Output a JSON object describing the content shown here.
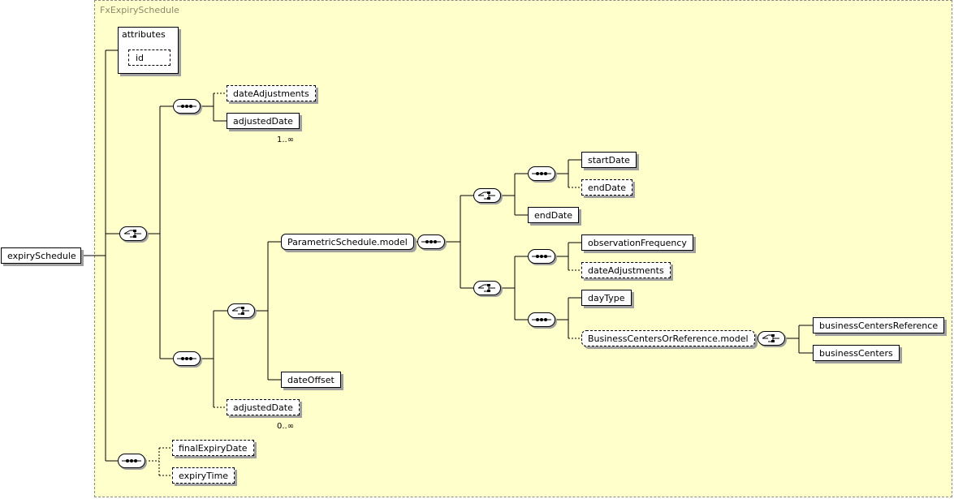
{
  "diagram": {
    "type_name": "FxExpirySchedule",
    "root": "expirySchedule",
    "attributes_label": "attributes",
    "attribute_id": "id",
    "elements": {
      "date_adjustments_1": "dateAdjustments",
      "adjusted_date_1": "adjustedDate",
      "parametric_schedule_model": "ParametricSchedule.model",
      "start_date": "startDate",
      "end_date_optional": "endDate",
      "end_date": "endDate",
      "observation_frequency": "observationFrequency",
      "date_adjustments_2": "dateAdjustments",
      "day_type": "dayType",
      "business_centers_or_reference_model": "BusinessCentersOrReference.model",
      "business_centers_reference": "businessCentersReference",
      "business_centers": "businessCenters",
      "date_offset": "dateOffset",
      "adjusted_date_2": "adjustedDate",
      "final_expiry_date": "finalExpiryDate",
      "expiry_time": "expiryTime"
    },
    "cardinalities": {
      "adjusted_date_1": "1..∞",
      "adjusted_date_2": "0..∞"
    },
    "compositors": {
      "choice_1": "choice",
      "sequence_1": "sequence",
      "sequence_2": "sequence",
      "choice_2": "choice",
      "sequence_3": "sequence",
      "choice_3": "choice",
      "sequence_4": "sequence",
      "choice_4": "choice",
      "sequence_5": "sequence",
      "sequence_6": "sequence",
      "choice_5": "choice",
      "sequence_7": "sequence"
    }
  }
}
